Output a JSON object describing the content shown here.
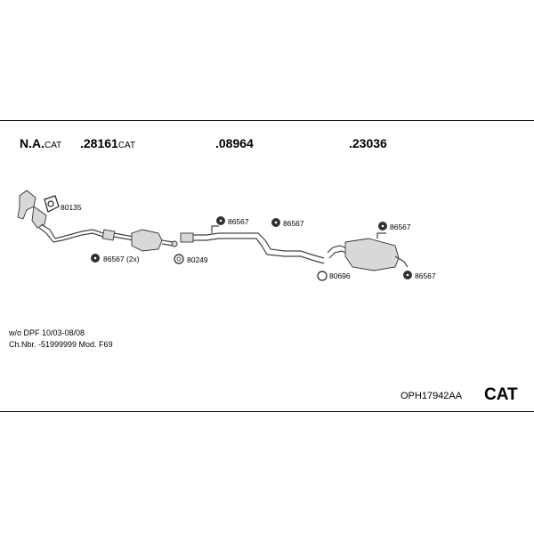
{
  "parts": {
    "na": {
      "number": "N.A.",
      "suffix": "CAT"
    },
    "p1": {
      "number": ".28161",
      "suffix": "CAT"
    },
    "p2": {
      "number": ".08964"
    },
    "p3": {
      "number": ".23036"
    }
  },
  "callouts": {
    "c1": "80135",
    "c2": "86567 (2x)",
    "c3": "80249",
    "c4": "86567",
    "c5": "86567",
    "c6": "86567",
    "c7": "80696",
    "c8": "86567"
  },
  "notes": {
    "line1": "w/o DPF  10/03-08/08",
    "line2": "Ch.Nbr. -51999999  Mod. F69"
  },
  "footer": {
    "code": "OPH17942AA",
    "cat": "CAT"
  }
}
